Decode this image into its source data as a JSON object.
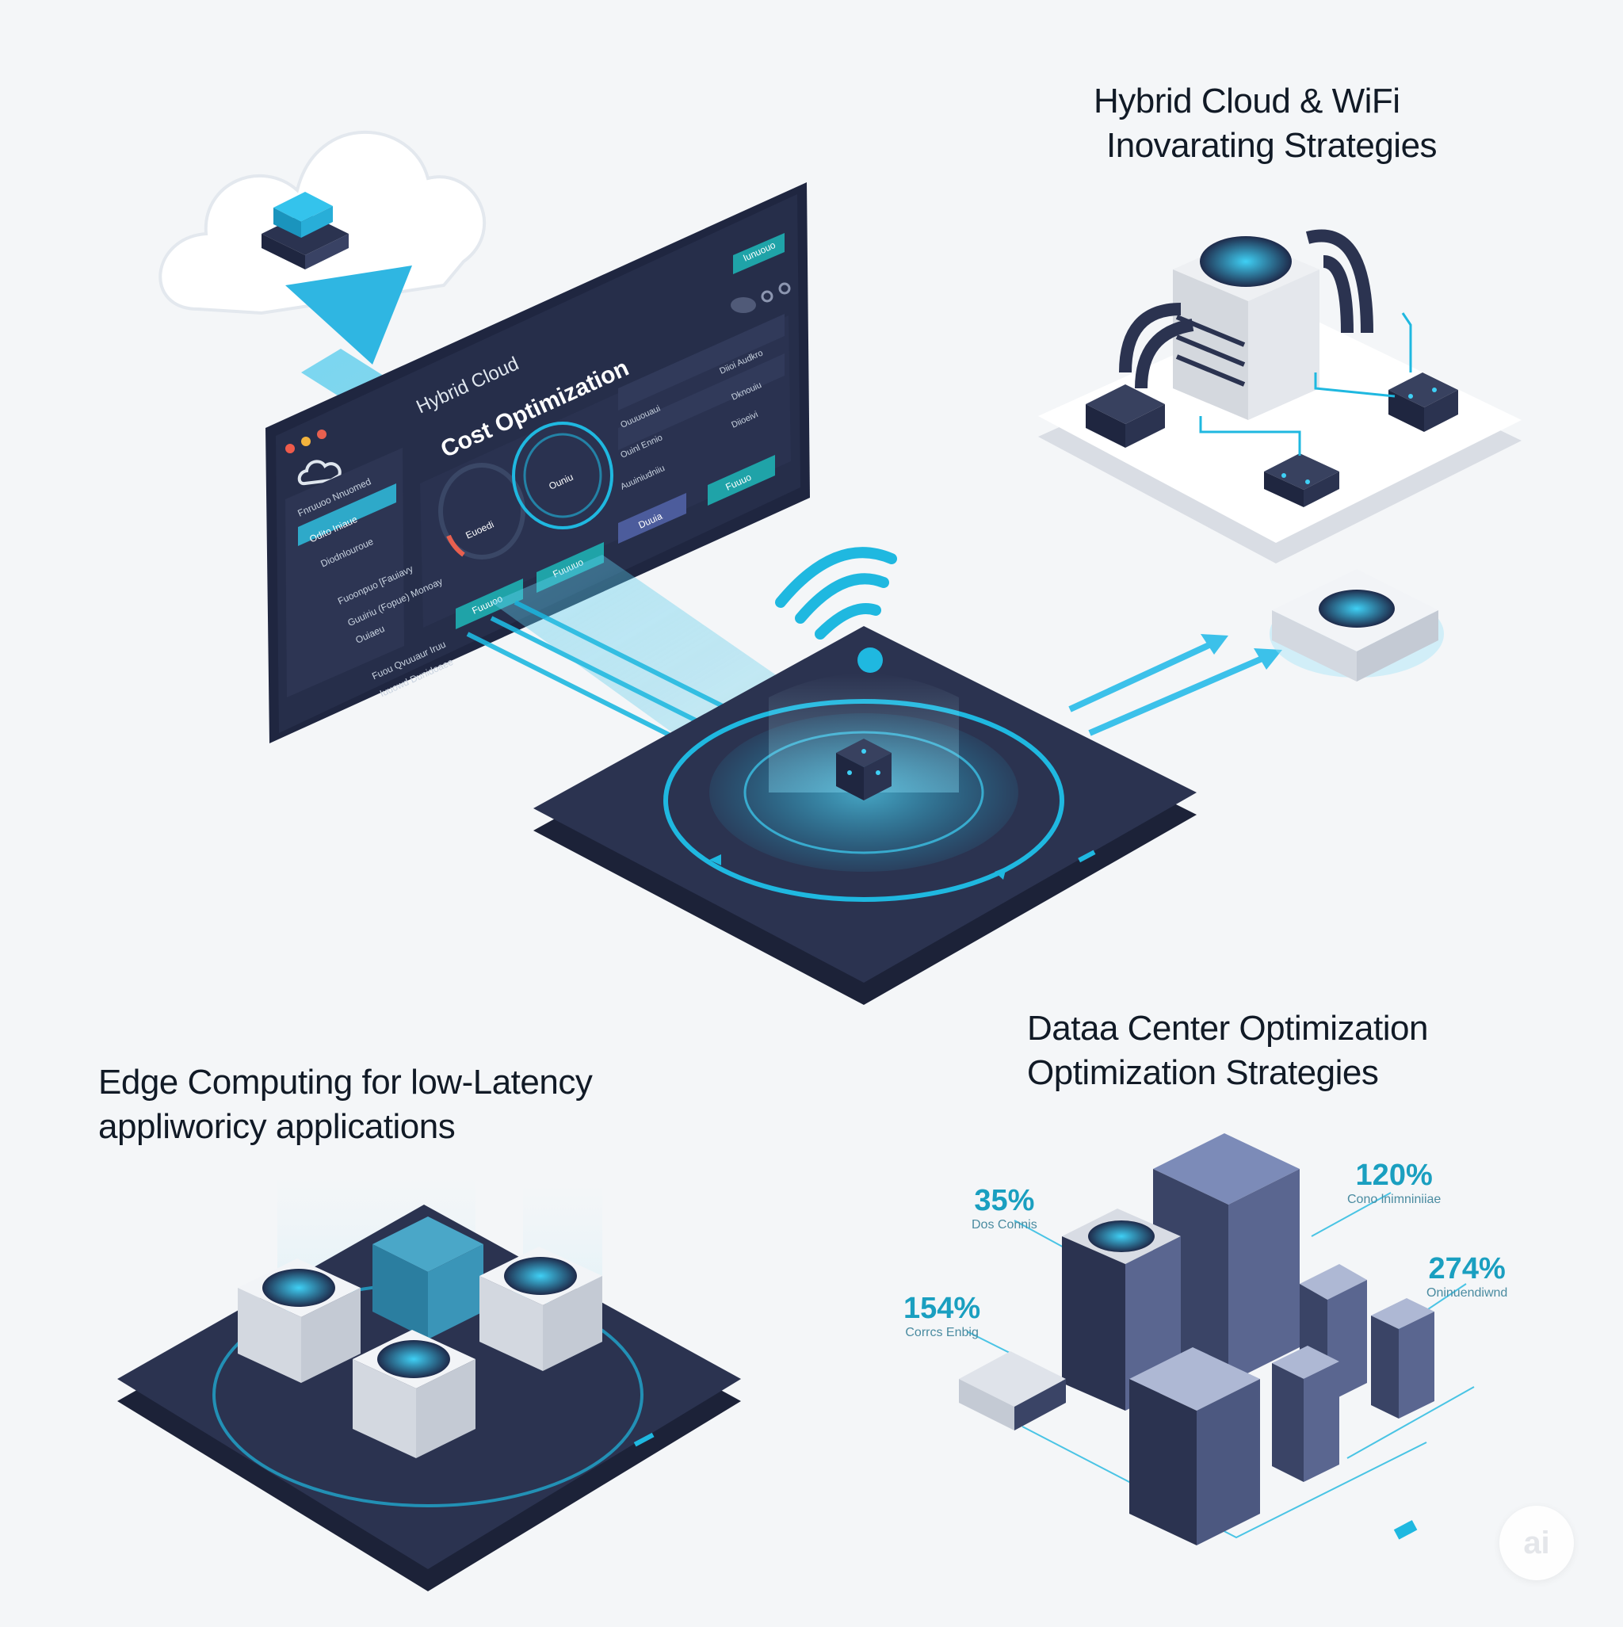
{
  "headings": {
    "hybrid_cloud": {
      "line1": "Hybrid Cloud & WiFi",
      "line2": "Inovarating Strategies"
    },
    "data_center": {
      "line1": "Dataa Center Optimization",
      "line2": "Optimization Strategies"
    },
    "edge": {
      "line1": "Edge Computing for low-Latency",
      "line2": "appliworicy applications"
    }
  },
  "dashboard": {
    "title": "Hybrid Cloud",
    "subtitle": "Cost Optimization",
    "sidebar_items": [
      "Fnruuoo Nnuomed",
      "Odito Iniaue",
      "Diodnlouroue",
      "Fuoonpuo [Fauiavy",
      "Guuiriu (Fopue) Monoay",
      "Ouiaeu",
      "Fuou Qvuuaur Iruu",
      "Iuuowd Dunidoaee"
    ],
    "gauge_left_label": "Euoedi",
    "gauge_right_label": "Ouniu",
    "buttons": [
      "Fuuuoo",
      "Fuuuuo",
      "Duuia",
      "Fuuuo"
    ],
    "top_button": "Iunuouo",
    "right_rows": [
      "Diioi Audkro",
      "Dknouiu",
      "Diioeivi",
      "Ouuuouaui",
      "Ouinl Ennio",
      "Auuiniudniiu"
    ]
  },
  "stats": [
    {
      "value": "35%",
      "caption": "Dos Connis"
    },
    {
      "value": "120%",
      "caption": "Cono lnimniniiae"
    },
    {
      "value": "274%",
      "caption": "Oninuendiwnd"
    },
    {
      "value": "154%",
      "caption": "Corrcs Enbig"
    }
  ],
  "watermark": "ai",
  "colors": {
    "background": "#f4f6f8",
    "navy": "#2b3350",
    "navy_dark": "#1f2640",
    "accent_cyan": "#1fb8e0",
    "teal_button": "#1fa3a8",
    "heading_text": "#111a26"
  }
}
